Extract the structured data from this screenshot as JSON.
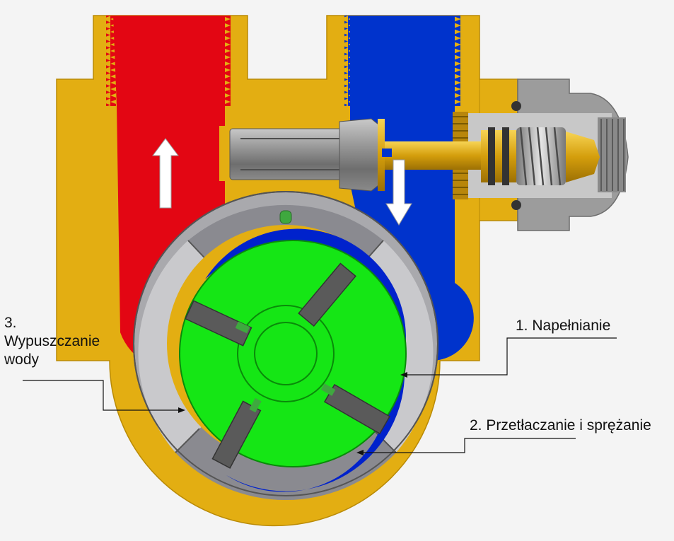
{
  "labels": {
    "stage_1": "1. Napełnianie",
    "stage_2": "2. Przetłaczanie i sprężanie",
    "stage_3_number": "3.",
    "stage_3_line1": "Wypuszczanie",
    "stage_3_line2": "wody"
  },
  "colors": {
    "housing": "#e3ae12",
    "outlet_channel": "#e30613",
    "inlet_channel": "#0033cc",
    "rotor": "#15e615",
    "vanes": "#5a5a5a",
    "stator_ring": "#a9a9ad",
    "valve_body": "#9c9c9c",
    "background": "#f4f4f4"
  },
  "icons": {
    "outlet_flow": "arrow-up-icon",
    "inlet_flow": "arrow-down-icon"
  }
}
